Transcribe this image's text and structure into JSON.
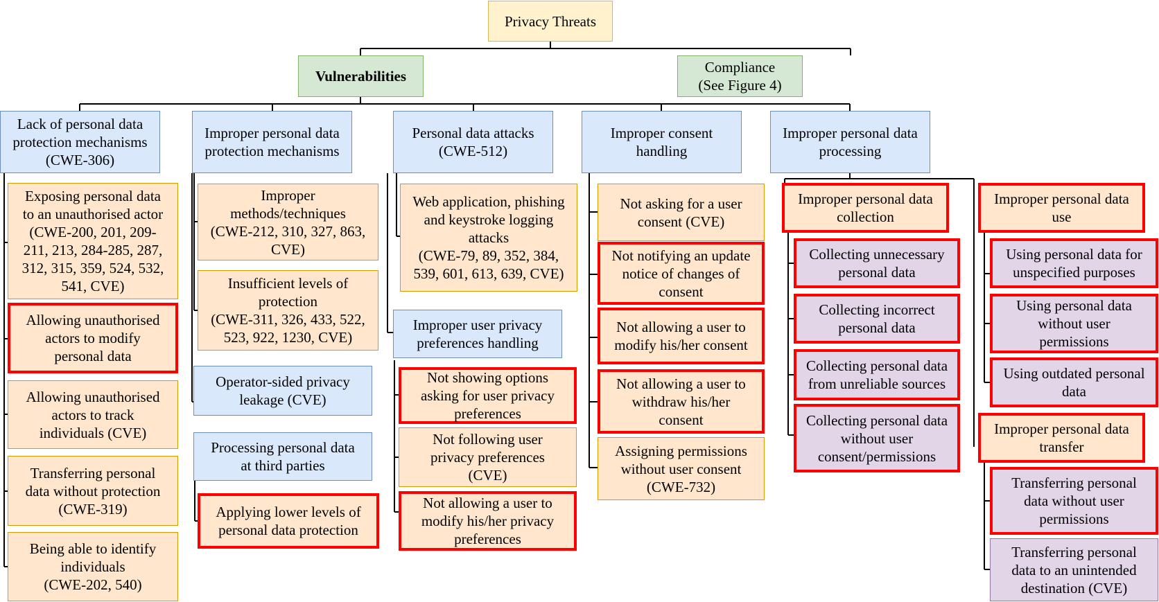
{
  "root": "Privacy Threats",
  "vulnerabilities": "Vulnerabilities",
  "compliance": "Compliance\n(See Figure 4)",
  "col1": {
    "title": "Lack of personal data\nprotection mechanisms\n(CWE-306)",
    "items": [
      "Exposing personal data\nto an unauthorised actor\n(CWE-200, 201, 209-\n211, 213, 284-285, 287,\n312, 315, 359, 524, 532,\n541, CVE)",
      "Allowing unauthorised\nactors to modify\npersonal data",
      "Allowing unauthorised\nactors to track\nindividuals (CVE)",
      "Transferring personal\ndata without protection\n(CWE-319)",
      "Being able to identify\nindividuals\n(CWE-202, 540)"
    ]
  },
  "col2": {
    "title": "Improper personal data\nprotection mechanisms",
    "items": [
      "Improper\nmethods/techniques\n(CWE-212, 310, 327, 863,\nCVE)",
      "Insufficient levels of\nprotection\n(CWE-311, 326, 433, 522,\n523, 922, 1230, CVE)"
    ],
    "operator": "Operator-sided privacy\nleakage (CVE)",
    "third_parties": "Processing personal data\nat third parties",
    "third_items": [
      "Applying lower levels of\npersonal data protection"
    ]
  },
  "col3": {
    "title": "Personal data attacks\n(CWE-512)",
    "attacks": "Web application, phishing\nand keystroke logging\nattacks\n(CWE-79, 89, 352, 384,\n539, 601, 613, 639, CVE)",
    "prefs": "Improper user privacy\npreferences handling",
    "pref_items": [
      "Not showing options\nasking for user privacy\npreferences",
      "Not following user\nprivacy preferences\n(CVE)",
      "Not allowing a user to\nmodify his/her privacy\npreferences"
    ]
  },
  "col4": {
    "title": "Improper consent\nhandling",
    "items": [
      "Not asking for a user\nconsent (CVE)",
      "Not notifying an update\nnotice of changes of\nconsent",
      "Not allowing a user to\nmodify his/her consent",
      "Not allowing a user to\nwithdraw his/her\nconsent",
      "Assigning permissions\nwithout user consent\n(CWE-732)"
    ]
  },
  "col5": {
    "title": "Improper personal data\nprocessing",
    "collection": "Improper personal data\ncollection",
    "collection_items": [
      "Collecting unnecessary\npersonal data",
      "Collecting incorrect\npersonal data",
      "Collecting personal data\nfrom unreliable sources",
      "Collecting personal data\nwithout user\nconsent/permissions"
    ],
    "use": "Improper personal data\nuse",
    "use_items": [
      "Using personal data for\nunspecified purposes",
      "Using personal data\nwithout user\npermissions",
      "Using outdated personal\ndata"
    ],
    "transfer": "Improper personal data\ntransfer",
    "transfer_items": [
      "Transferring personal\ndata without user\npermissions",
      "Transferring personal\ndata to an unintended\ndestination (CVE)"
    ]
  }
}
